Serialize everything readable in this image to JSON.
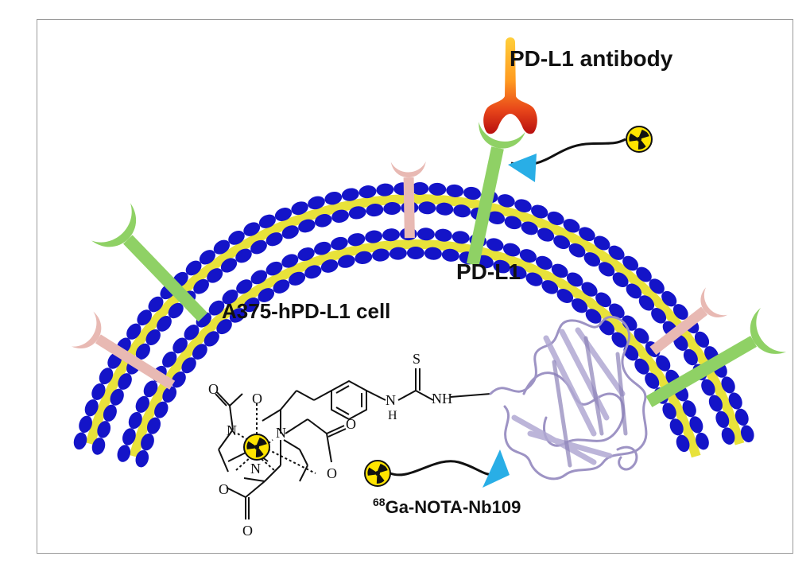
{
  "labels": {
    "antibody": "PD-L1 antibody",
    "pdl1": "PD-L1",
    "cell": "A375-hPD-L1 cell",
    "probe_iso": "68",
    "probe_rest": "Ga-NOTA-Nb109"
  },
  "chem_atoms": {
    "O": "O",
    "N": "N",
    "S": "S",
    "NH": "NH",
    "H": "H"
  },
  "colors": {
    "lipid_head": "#1414c8",
    "lipid_tail": "#e8e23a",
    "pdl1": "#8fd165",
    "other_receptor": "#e8b9b3",
    "nanobody_tag": "#29aee6",
    "radio_symbol_bg": "#ffe400",
    "protein": "#9d93c4"
  },
  "icons": [
    "radioactive-icon",
    "triangle-tag-icon",
    "antibody-icon",
    "receptor-icon",
    "nanobody-protein-icon"
  ]
}
